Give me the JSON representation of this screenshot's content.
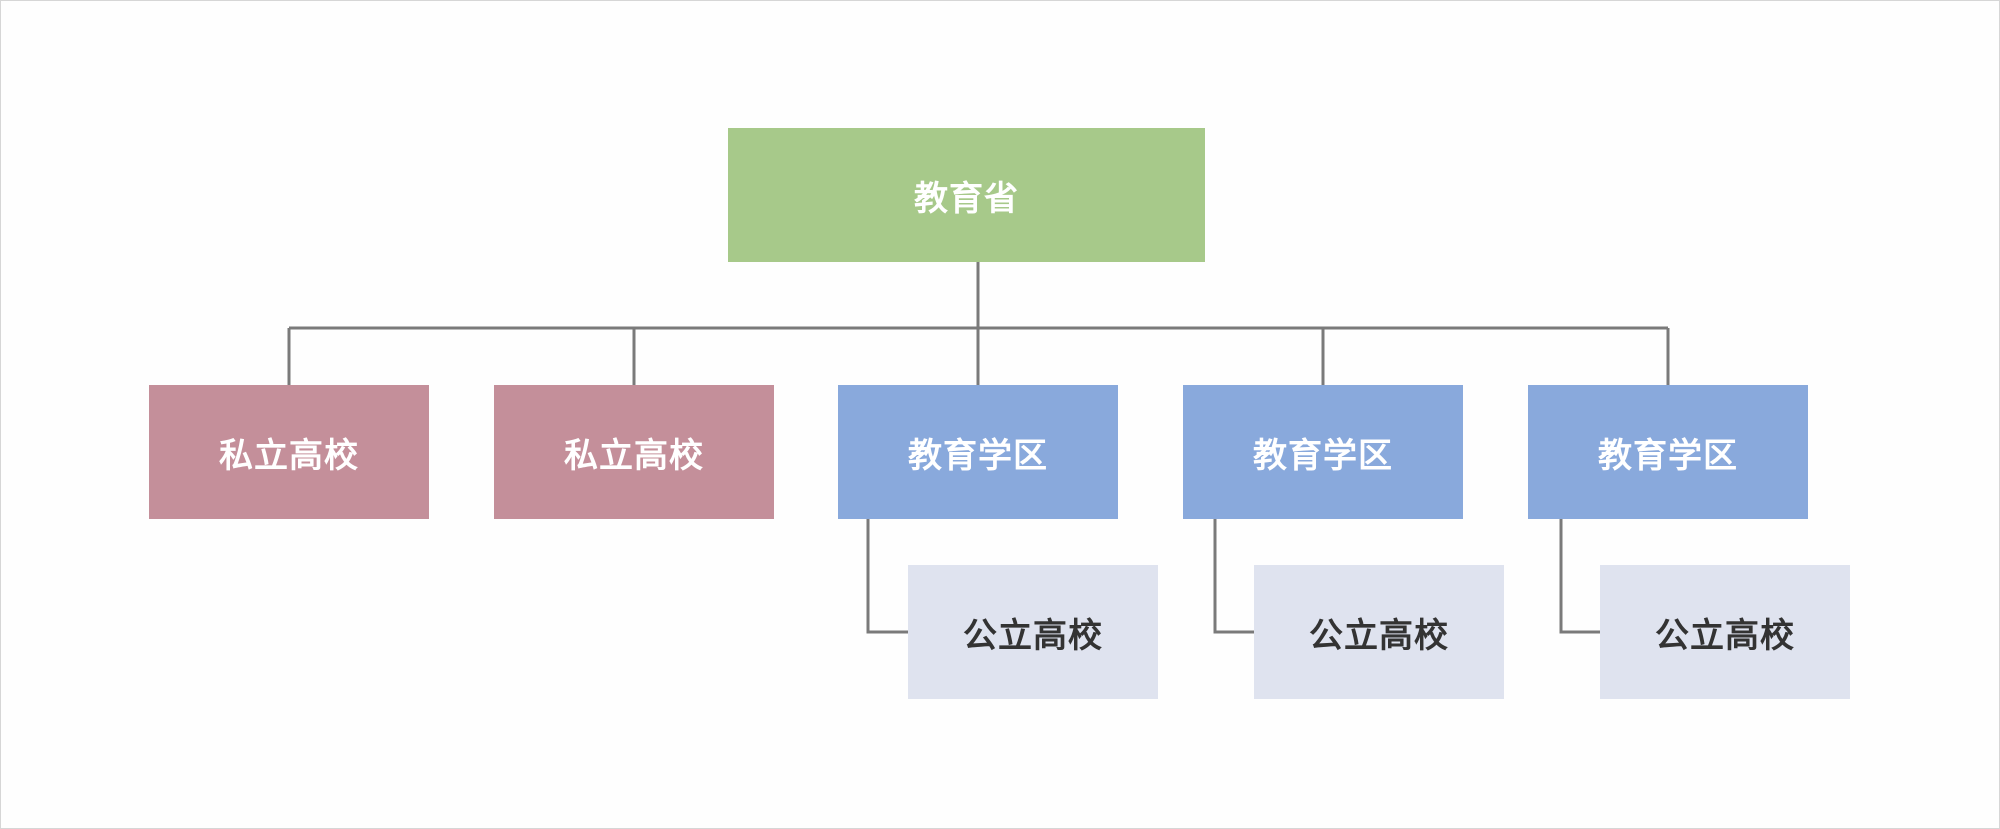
{
  "colors": {
    "ministry": "#a7c98a",
    "private_school": "#c48f9a",
    "district": "#89a9dc",
    "public_school": "#dfe3ef",
    "connector": "#7a7a7a",
    "light_text": "#ffffff",
    "dark_text": "#333333"
  },
  "root": {
    "label": "教育省"
  },
  "children": [
    {
      "label": "私立高校",
      "kind": "private"
    },
    {
      "label": "私立高校",
      "kind": "private"
    },
    {
      "label": "教育学区",
      "kind": "district",
      "child": {
        "label": "公立高校"
      }
    },
    {
      "label": "教育学区",
      "kind": "district",
      "child": {
        "label": "公立高校"
      }
    },
    {
      "label": "教育学区",
      "kind": "district",
      "child": {
        "label": "公立高校"
      }
    }
  ]
}
